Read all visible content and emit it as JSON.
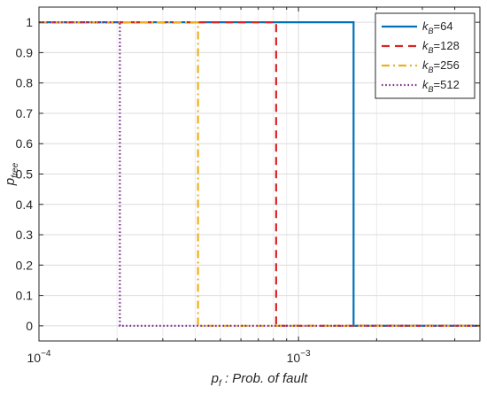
{
  "chart_data": {
    "type": "line",
    "title": "",
    "xlabel": {
      "main": "p",
      "sub": "f",
      "rest": " : Prob. of fault"
    },
    "ylabel": {
      "main": "p",
      "sub": "free"
    },
    "x_scale": "log",
    "xlim": [
      0.0001,
      0.005
    ],
    "ylim": [
      -0.05,
      1.05
    ],
    "x_ticks": [
      {
        "value": 0.0001,
        "base": "10",
        "exp": "−4"
      },
      {
        "value": 0.001,
        "base": "10",
        "exp": "−3"
      }
    ],
    "y_ticks": [
      0,
      0.1,
      0.2,
      0.3,
      0.4,
      0.5,
      0.6,
      0.7,
      0.8,
      0.9,
      1
    ],
    "y_tick_labels": [
      "0",
      "0.1",
      "0.2",
      "0.3",
      "0.4",
      "0.5",
      "0.6",
      "0.7",
      "0.8",
      "0.9",
      "1"
    ],
    "grid": true,
    "legend_position": "top-right",
    "series": [
      {
        "name_main": "k",
        "name_sub": "B",
        "name_rest": "=64",
        "color": "#0072BD",
        "dash": "solid",
        "threshold": 0.00163,
        "x": [
          0.0001,
          0.00163,
          0.00163,
          0.005
        ],
        "y": [
          1,
          1,
          0,
          0
        ]
      },
      {
        "name_main": "k",
        "name_sub": "B",
        "name_rest": "=128",
        "color": "#D62728",
        "dash": "dashed",
        "threshold": 0.00082,
        "x": [
          0.0001,
          0.00082,
          0.00082,
          0.005
        ],
        "y": [
          1,
          1,
          0,
          0
        ]
      },
      {
        "name_main": "k",
        "name_sub": "B",
        "name_rest": "=256",
        "color": "#EDB120",
        "dash": "dashdot",
        "threshold": 0.00041,
        "x": [
          0.0001,
          0.00041,
          0.00041,
          0.005
        ],
        "y": [
          1,
          1,
          0,
          0
        ]
      },
      {
        "name_main": "k",
        "name_sub": "B",
        "name_rest": "=512",
        "color": "#7E2F8E",
        "dash": "dotted",
        "threshold": 0.000205,
        "x": [
          0.0001,
          0.000205,
          0.000205,
          0.005
        ],
        "y": [
          1,
          1,
          0,
          0
        ]
      }
    ]
  }
}
